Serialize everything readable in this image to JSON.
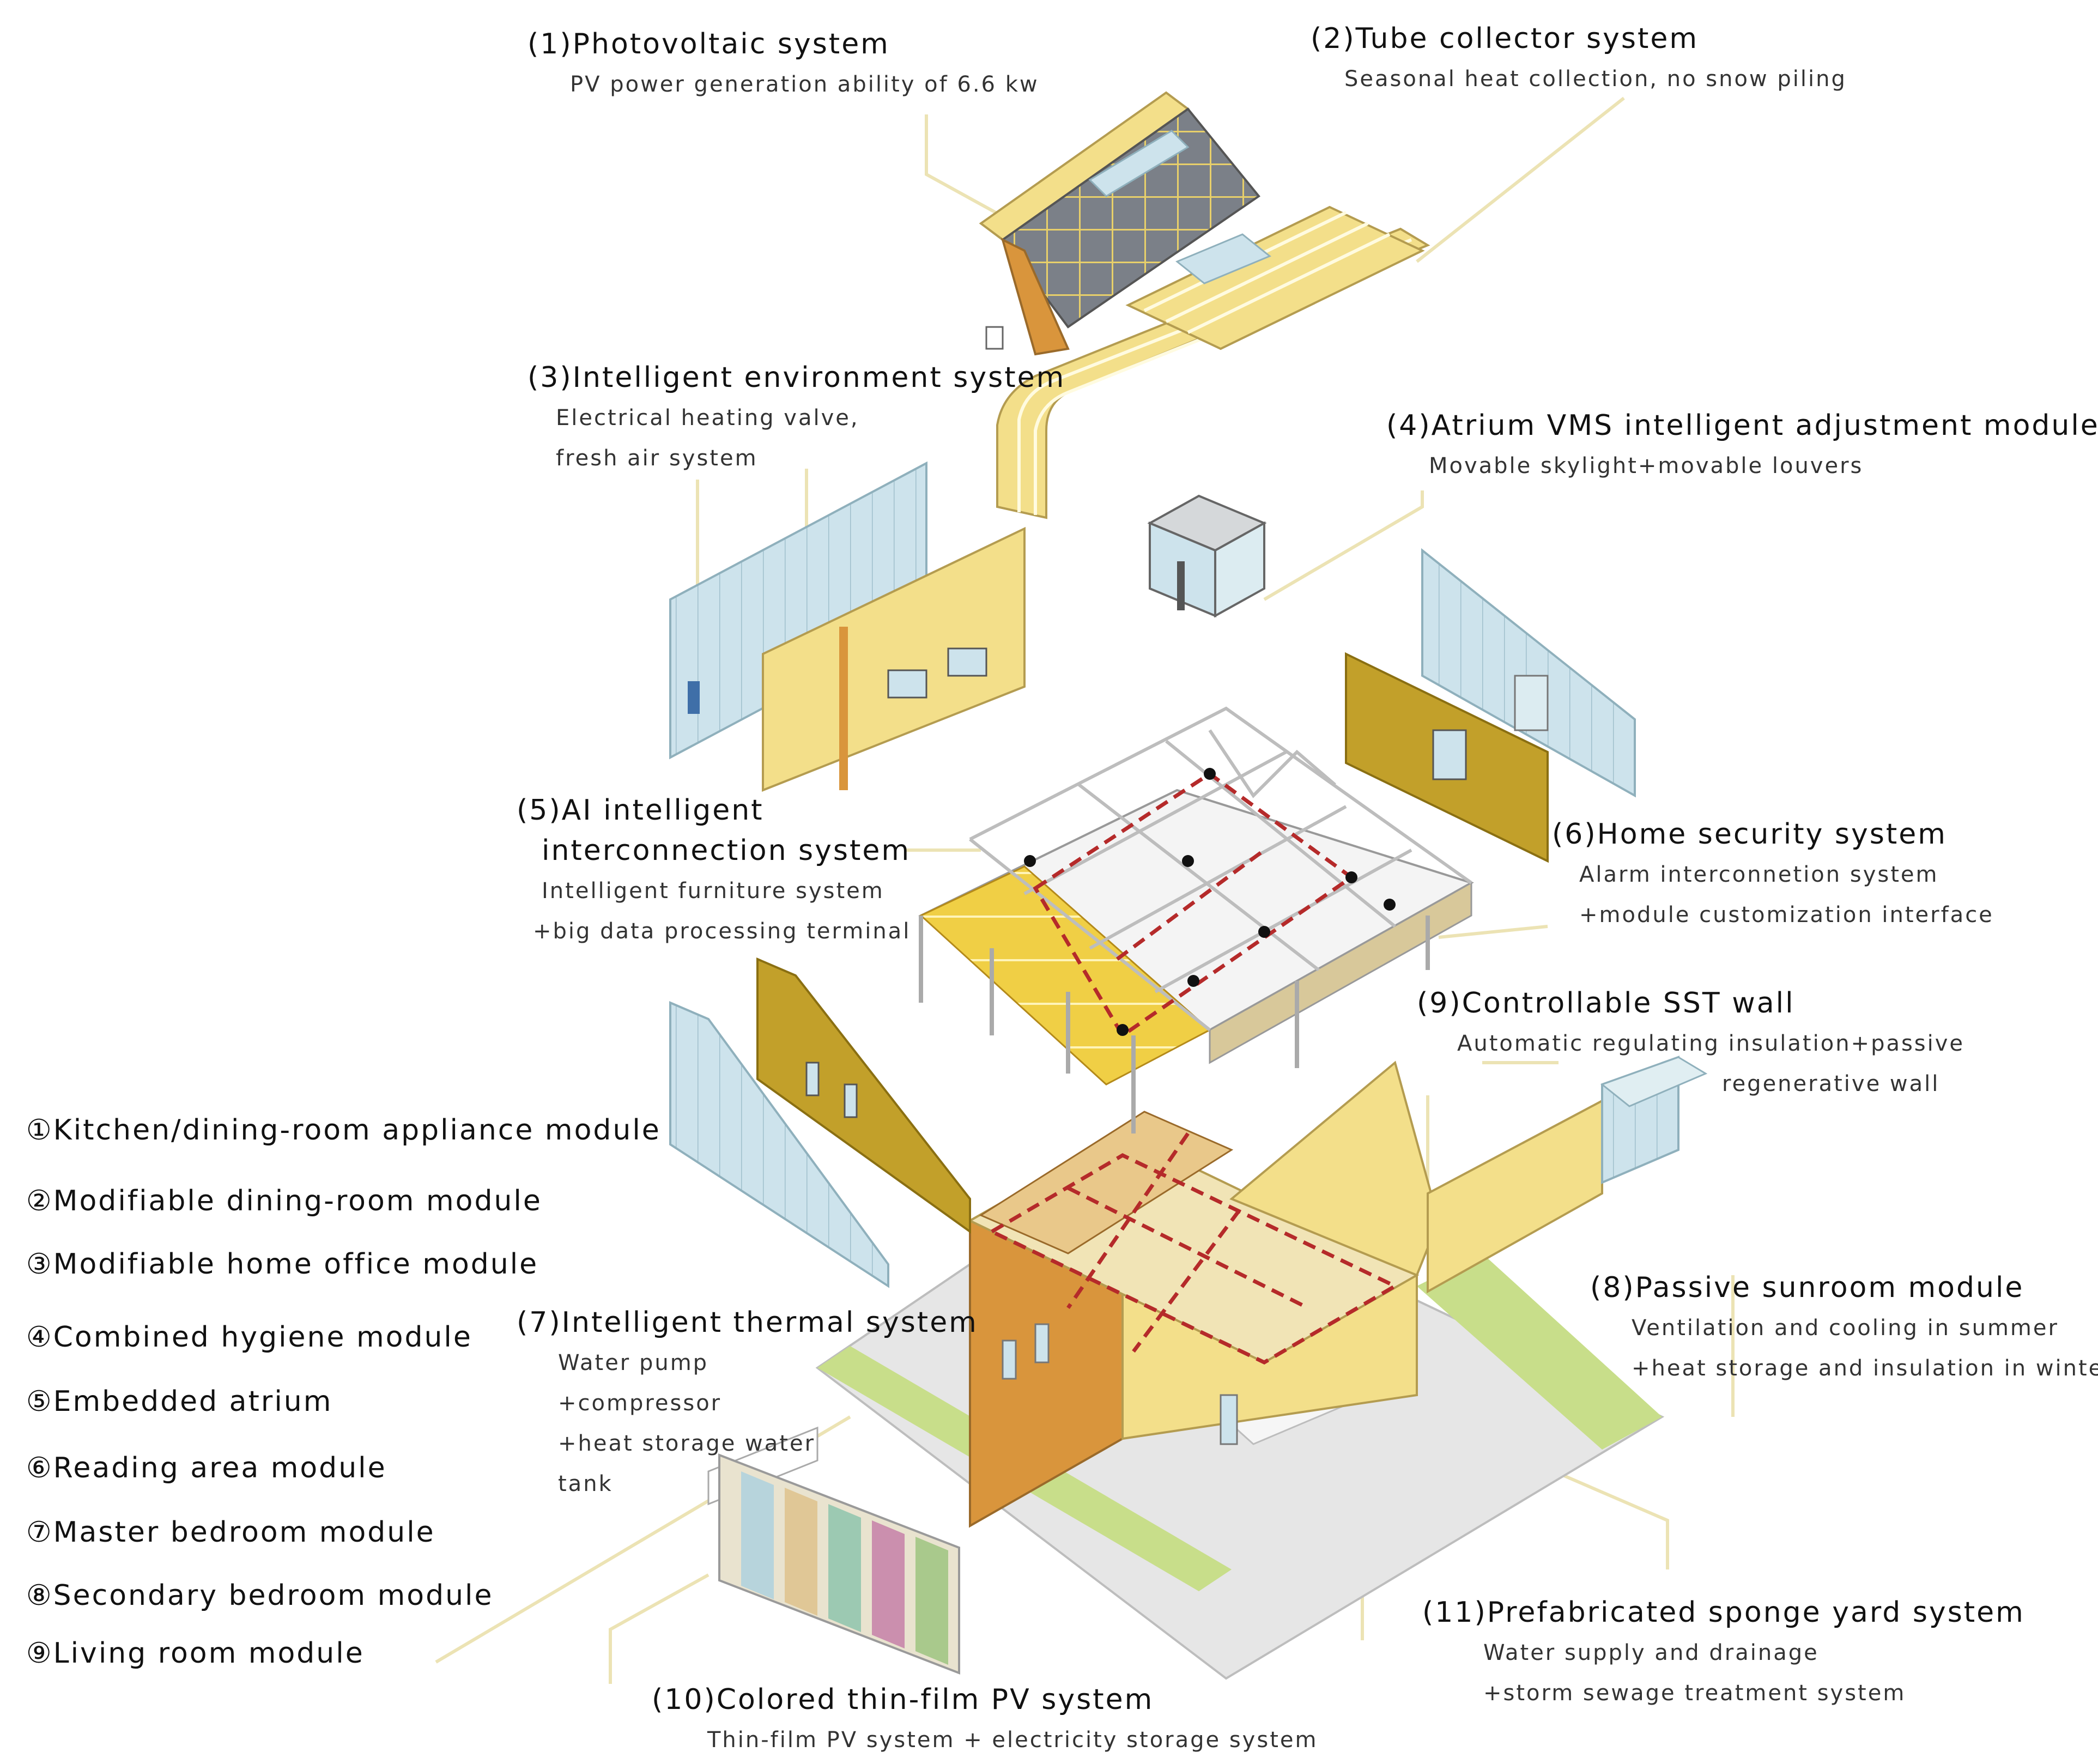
{
  "colors": {
    "yellow": "#f3df8a",
    "orange_wood": "#d9953c",
    "pv_panel": "#7b8088",
    "glass": "#cde3ec",
    "ochre": "#c2a02a",
    "frame": "#bdbdbd",
    "dash": "#b52a2a",
    "leader": "#ece3b4",
    "ground": "#e6e6e6",
    "green": "#c8de8a"
  },
  "systems": [
    {
      "title": "(1)Photovoltaic system",
      "lines": [
        "PV power generation ability of 6.6 kw"
      ]
    },
    {
      "title": "(2)Tube collector system",
      "lines": [
        "Seasonal heat collection, no snow piling"
      ]
    },
    {
      "title": "(3)Intelligent environment system",
      "lines": [
        "Electrical heating valve,",
        "fresh air system"
      ]
    },
    {
      "title": "(4)Atrium VMS intelligent adjustment module",
      "lines": [
        "Movable skylight+movable louvers"
      ]
    },
    {
      "title": "(5)AI intelligent",
      "title2": "interconnection system",
      "lines": [
        "Intelligent furniture system",
        "+big data processing terminal"
      ]
    },
    {
      "title": "(6)Home security system",
      "lines": [
        "Alarm interconnetion system",
        "+module customization interface"
      ]
    },
    {
      "title": "(7)Intelligent thermal system",
      "lines": [
        "Water pump",
        "+compressor",
        "+heat storage water",
        "tank"
      ]
    },
    {
      "title": "(8)Passive sunroom module",
      "lines": [
        "Ventilation and cooling in summer",
        "+heat storage and insulation in winter"
      ]
    },
    {
      "title": "(9)Controllable SST wall",
      "lines": [
        "Automatic regulating insulation+passive",
        "regenerative wall"
      ]
    },
    {
      "title": "(10)Colored thin-film PV system",
      "lines": [
        "Thin-film PV system + electricity storage system"
      ]
    },
    {
      "title": "(11)Prefabricated sponge yard system",
      "lines": [
        "Water supply and drainage",
        "+storm sewage treatment system"
      ]
    }
  ],
  "modules": [
    {
      "num": "①",
      "label": "Kitchen/dining-room appliance module"
    },
    {
      "num": "②",
      "label": "Modifiable dining-room module"
    },
    {
      "num": "③",
      "label": "Modifiable home office module"
    },
    {
      "num": "④",
      "label": "Combined hygiene module"
    },
    {
      "num": "⑤",
      "label": "Embedded atrium"
    },
    {
      "num": "⑥",
      "label": "Reading area module"
    },
    {
      "num": "⑦",
      "label": "Master bedroom module"
    },
    {
      "num": "⑧",
      "label": "Secondary bedroom module"
    },
    {
      "num": "⑨",
      "label": "Living room module"
    }
  ]
}
